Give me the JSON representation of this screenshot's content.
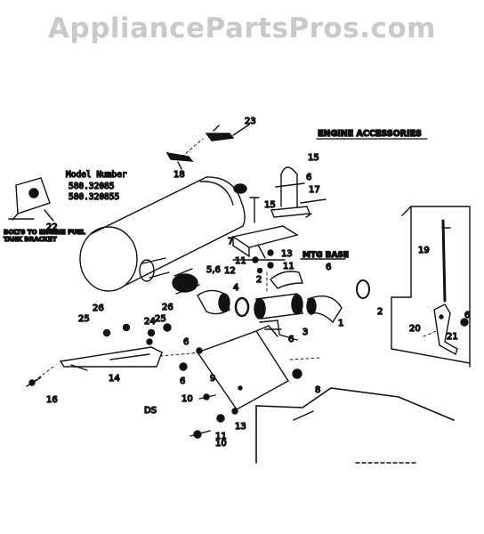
{
  "watermark": "AppliancePartsPros.com",
  "header": "ENGINE ACCESSORIES",
  "model_block": {
    "title": "Model Number",
    "numbers": [
      "580.32085",
      "580.320855"
    ]
  },
  "notes": {
    "bolts_line1": "BOLTS TO ENGINE FUEL",
    "bolts_line2": "TANK BRACKET",
    "mtg_base": "MTG BASE",
    "ds": "DS"
  },
  "callouts": {
    "c23": "23",
    "c18": "18",
    "c22": "22",
    "c15a": "15",
    "c6a": "6",
    "c17": "17",
    "c15b": "15",
    "c7": "7",
    "c13a": "13",
    "c11a": "11",
    "c11b": "11",
    "c12": "12",
    "c56": "5,6",
    "c4": "4",
    "c2a": "2",
    "c3": "3",
    "c1": "1",
    "c2b": "2",
    "c6b": "6",
    "c6c": "6",
    "c26a": "26",
    "c25a": "25",
    "c26b": "26",
    "c24": "24",
    "c25b": "25",
    "c6d": "6",
    "c6e": "6",
    "c9": "9",
    "c14": "14",
    "c16": "16",
    "c8": "8",
    "c10a": "10",
    "c10b": "10",
    "c13b": "13",
    "c11c": "11",
    "c19": "19",
    "c20": "20",
    "c21": "21",
    "c6f": "6"
  }
}
